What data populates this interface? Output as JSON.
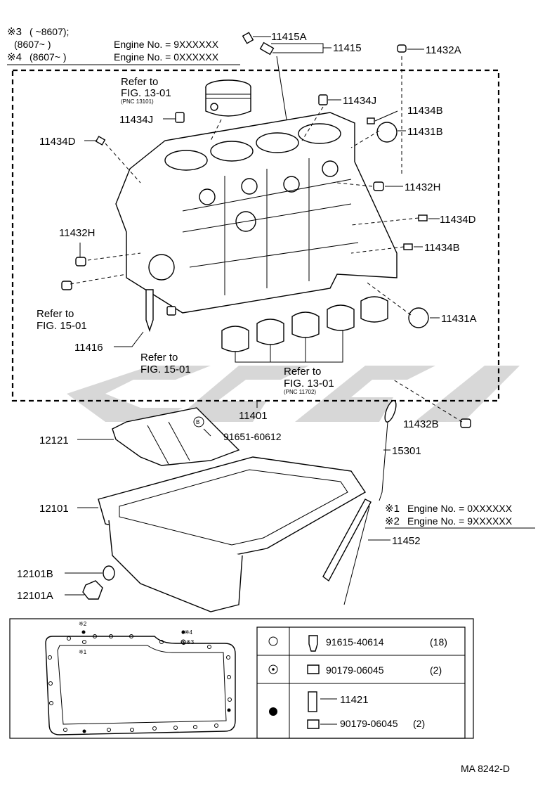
{
  "notes": {
    "n3_mark": "※3",
    "n3_range": "(        ~8607);",
    "n3_range2": "(8607~          )",
    "n3_engine": "Engine No. = 9XXXXXX",
    "n4_mark": "※4",
    "n4_range": "(8607~          )",
    "n4_engine": "Engine No. = 0XXXXXX",
    "n1_mark": "※1",
    "n1_engine": "Engine No. = 0XXXXXX",
    "n2_mark": "※2",
    "n2_engine": "Engine No. = 9XXXXXX"
  },
  "parts": {
    "p11415A": "11415A",
    "p11415": "11415",
    "p11432A": "11432A",
    "p11434J_a": "11434J",
    "p11434J_b": "11434J",
    "p11434B_a": "11434B",
    "p11431B": "11431B",
    "p11434D_a": "11434D",
    "p11432H_a": "11432H",
    "p11432H_b": "11432H",
    "p11434D_b": "11434D",
    "p11434B_b": "11434B",
    "p11431A": "11431A",
    "p11416": "11416",
    "p11401": "11401",
    "p11432B": "11432B",
    "p12121": "12121",
    "p91651": "91651-60612",
    "p15301": "15301",
    "p12101": "12101",
    "p11452": "11452",
    "p12101B": "12101B",
    "p12101A": "12101A"
  },
  "refs": {
    "r1_line1": "Refer to",
    "r1_line2": "FIG. 13-01",
    "r1_pnc": "(PNC 13101)",
    "r2_line1": "Refer to",
    "r2_line2": "FIG. 15-01",
    "r3_line1": "Refer to",
    "r3_line2": "FIG. 15-01",
    "r4_line1": "Refer to",
    "r4_line2": "FIG. 13-01",
    "r4_pnc": "(PNC 11702)"
  },
  "marker_b": "B",
  "inset": {
    "marks": {
      "m2": "※2",
      "m4": "●※4",
      "m3": "◎※3",
      "m1": "※1"
    },
    "legend": [
      {
        "symbol": "open-circle",
        "part": "91615-40614",
        "qty": "(18)"
      },
      {
        "symbol": "dot-circle",
        "part": "90179-06045",
        "qty": "(2)"
      },
      {
        "symbol": "filled-circle",
        "part": "11421",
        "qty": ""
      },
      {
        "symbol": "filled-circle",
        "part": "90179-06045",
        "qty": "(2)"
      }
    ]
  },
  "footer": {
    "code": "MA 8242-D"
  },
  "watermark": {
    "color": "#b8b8b8"
  }
}
